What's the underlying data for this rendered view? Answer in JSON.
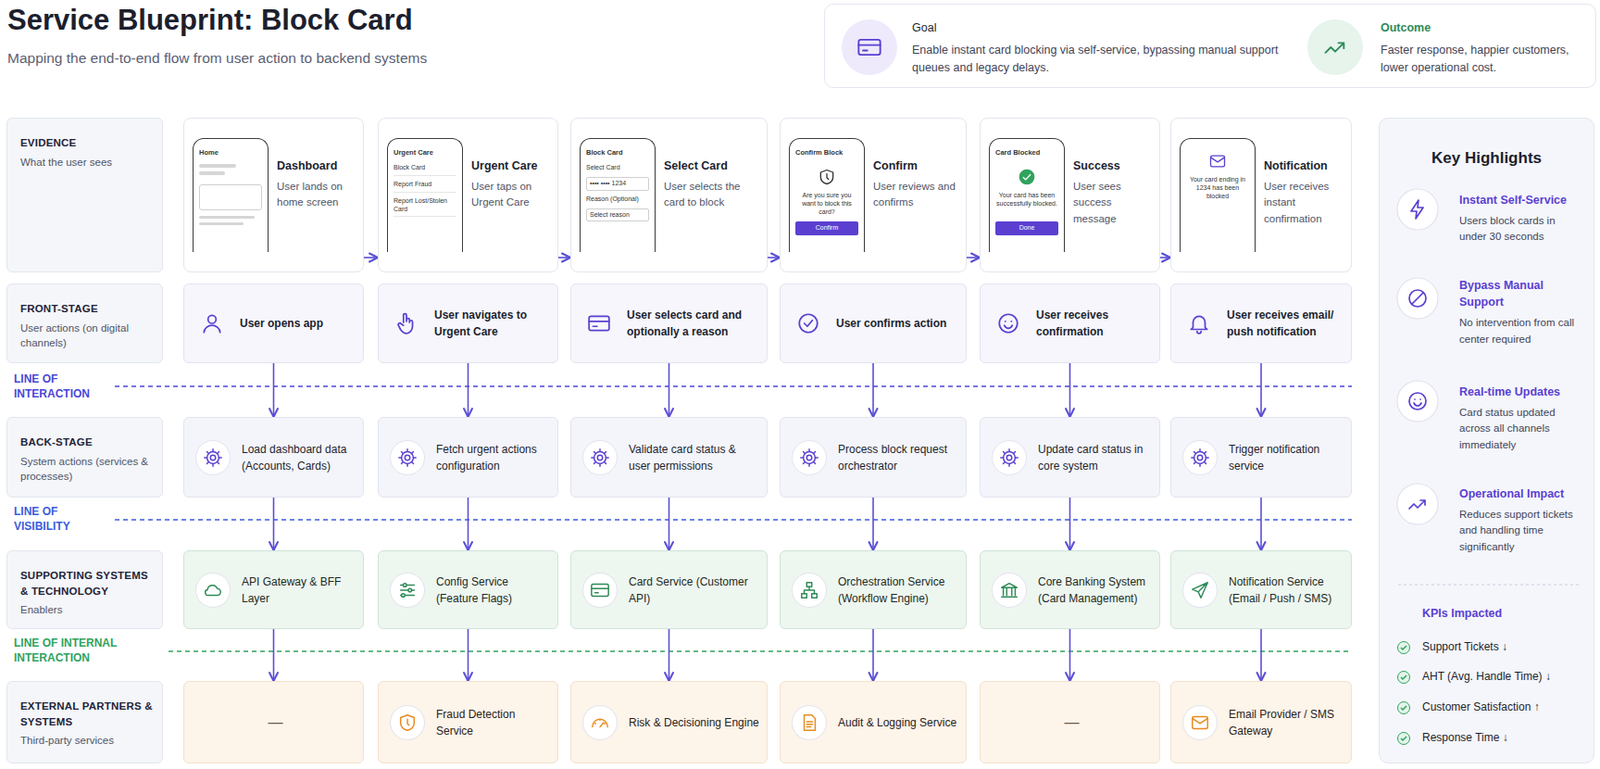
{
  "diagram": {
    "title": "Service Blueprint: Block Card",
    "nodes": [
      {
        "text": [
          "Goal",
          "Enable instant card blocking via self-service, bypassing manual support queues and legacy delays.",
          "Outcome",
          "Faster response, happier customers, lower operational cost."
        ]
      },
      {
        "text": [
          "EVIDENCE",
          "What the user sees"
        ]
      },
      {
        "text": [
          "FRONT-STAGE",
          "User actions (on digital channels)"
        ]
      },
      {
        "text": [
          "BACK-STAGE",
          "System actions (services & processes)"
        ]
      },
      {
        "text": [
          "SUPPORTING SYSTEMS & TECHNOLOGY",
          "Enablers"
        ]
      },
      {
        "text": [
          "EXTERNAL PARTNERS & SYSTEMS",
          "Third-party services"
        ]
      },
      {
        "text": [
          "Dashboard",
          "User lands on home screen"
        ]
      },
      {
        "text": [
          "Home"
        ],
        "in": 6
      },
      {
        "text": [
          "Urgent Care",
          "User taps on Urgent Care"
        ]
      },
      {
        "text": [
          "Urgent Care",
          "Block Card",
          "Report Fraud",
          "Report Lost/Stolen Card"
        ],
        "in": 8
      },
      {
        "text": [
          "Select Card",
          "User selects the card to block"
        ]
      },
      {
        "text": [
          "Block Card",
          "Select Card",
          "•••• •••• 1234",
          "Reason (Optional)",
          "Select reason"
        ],
        "in": 10
      },
      {
        "text": [
          "Confirm",
          "User reviews and confirms"
        ]
      },
      {
        "text": [
          "Confirm Block",
          "Are you sure you want to block this card?",
          "Confirm"
        ],
        "in": 12
      },
      {
        "text": [
          "Success",
          "User sees success message"
        ]
      },
      {
        "text": [
          "Card Blocked",
          "Your card has been successfully blocked.",
          "Done"
        ],
        "in": 14
      },
      {
        "text": [
          "Notification",
          "User receives instant confirmation"
        ]
      },
      {
        "text": [
          "Your card ending in 1234 has been blocked"
        ],
        "in": 16
      },
      {
        "text": [
          "User opens app"
        ]
      },
      {
        "text": [
          "User navigates to Urgent Care"
        ]
      },
      {
        "text": [
          "User selects card and optionally a reason"
        ]
      },
      {
        "text": [
          "User confirms action"
        ]
      },
      {
        "text": [
          "User receives confirmation"
        ]
      },
      {
        "text": [
          "User receives email/ push notification"
        ]
      },
      {
        "text": [
          "Load dashboard data (Accounts, Cards)"
        ]
      },
      {
        "text": [
          "Fetch urgent actions configuration"
        ]
      },
      {
        "text": [
          "Validate card status & user permissions"
        ]
      },
      {
        "text": [
          "Process block request orchestrator"
        ]
      },
      {
        "text": [
          "Update card status in core system"
        ]
      },
      {
        "text": [
          "Trigger notification service"
        ]
      },
      {
        "text": [
          "API Gateway & BFF Layer"
        ]
      },
      {
        "text": [
          "Config Service (Feature Flags)"
        ]
      },
      {
        "text": [
          "Card Service (Customer API)"
        ]
      },
      {
        "text": [
          "Orchestration Service (Workflow Engine)"
        ]
      },
      {
        "text": [
          "Core Banking System (Card Management)"
        ]
      },
      {
        "text": [
          "Notification Service (Email / Push / SMS)"
        ]
      },
      {
        "text": [
          "—"
        ]
      },
      {
        "text": [
          "Fraud Detection Service"
        ]
      },
      {
        "text": [
          "Risk & Decisioning Engine"
        ]
      },
      {
        "text": [
          "Audit & Logging Service"
        ]
      },
      {
        "text": [
          "—"
        ]
      },
      {
        "text": [
          "Email Provider / SMS Gateway"
        ]
      },
      {
        "text": [
          "Key Highlights"
        ]
      }
    ],
    "edges": [
      {
        "from": 6,
        "to": 8,
        "arrow": "to"
      },
      {
        "from": 8,
        "to": 10,
        "arrow": "to"
      },
      {
        "from": 10,
        "to": 12,
        "arrow": "to"
      },
      {
        "from": 12,
        "to": 14,
        "arrow": "to"
      },
      {
        "from": 14,
        "to": 16,
        "arrow": "to"
      },
      {
        "from": 18,
        "to": 24,
        "arrow": "to"
      },
      {
        "from": 19,
        "to": 25,
        "arrow": "to"
      },
      {
        "from": 20,
        "to": 26,
        "arrow": "to"
      },
      {
        "from": 21,
        "to": 27,
        "arrow": "to"
      },
      {
        "from": 22,
        "to": 28,
        "arrow": "to"
      },
      {
        "from": 23,
        "to": 29,
        "arrow": "to"
      },
      {
        "from": 24,
        "to": 30,
        "arrow": "to"
      },
      {
        "from": 25,
        "to": 31,
        "arrow": "to"
      },
      {
        "from": 26,
        "to": 32,
        "arrow": "to"
      },
      {
        "from": 27,
        "to": 33,
        "arrow": "to"
      },
      {
        "from": 28,
        "to": 34,
        "arrow": "to"
      },
      {
        "from": 29,
        "to": 35,
        "arrow": "to"
      },
      {
        "from": 30,
        "to": 36,
        "arrow": "to"
      },
      {
        "from": 31,
        "to": 37,
        "arrow": "to"
      },
      {
        "from": 32,
        "to": 38,
        "arrow": "to"
      },
      {
        "from": 33,
        "to": 39,
        "arrow": "to"
      },
      {
        "from": 34,
        "to": 40,
        "arrow": "to"
      },
      {
        "from": 35,
        "to": 41,
        "arrow": "to"
      }
    ],
    "labels": [
      "Mapping the end-to-end flow from user action to backend systems",
      "LINE OF INTERACTION",
      "LINE OF VISIBILITY",
      "LINE OF INTERNAL INTERACTION",
      "Instant Self-Service",
      "Users block cards in under 30 seconds",
      "Bypass Manual Support",
      "No intervention from call center required",
      "Real-time Updates",
      "Card status updated across all channels immediately",
      "Operational Impact",
      "Reduces support tickets and handling time significantly",
      "KPIs Impacted",
      "Support Tickets ↓",
      "AHT (Avg. Handle Time) ↓",
      "Customer Satisfaction ↑",
      "Response Time ↓"
    ]
  }
}
